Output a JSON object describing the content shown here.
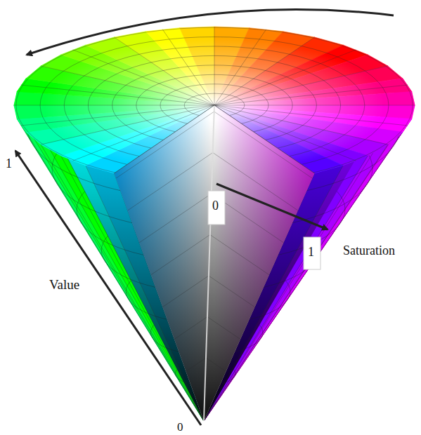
{
  "diagram": {
    "labels": [
      "1",
      "Value",
      "0",
      "0",
      "1",
      "Saturation"
    ]
  }
}
